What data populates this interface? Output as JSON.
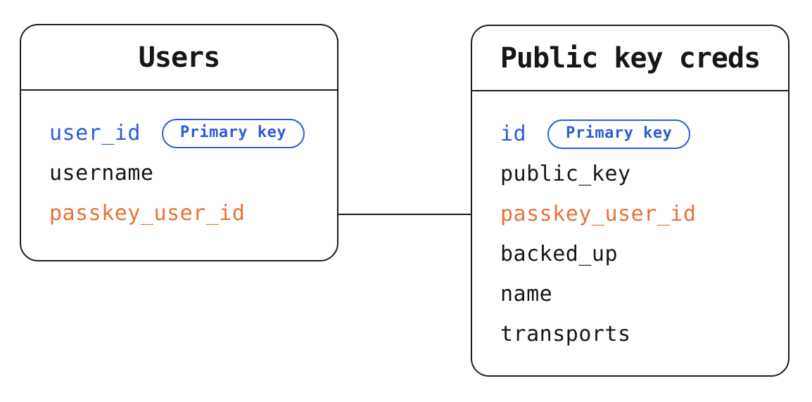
{
  "theme": {
    "background": "#ffffff",
    "line_color": "#1c1c1c",
    "primary_key_color": "#2b5dd8",
    "foreign_key_color": "#e8713a",
    "text_color": "#161616"
  },
  "tables": [
    {
      "title": "Users",
      "fields": [
        {
          "name": "user_id",
          "color": "blue",
          "badge": "Primary key"
        },
        {
          "name": "username",
          "color": "default"
        },
        {
          "name": "passkey_user_id",
          "color": "orange"
        }
      ]
    },
    {
      "title": "Public key creds",
      "fields": [
        {
          "name": "id",
          "color": "blue",
          "badge": "Primary key"
        },
        {
          "name": "public_key",
          "color": "default"
        },
        {
          "name": "passkey_user_id",
          "color": "orange"
        },
        {
          "name": "backed_up",
          "color": "default"
        },
        {
          "name": "name",
          "color": "default"
        },
        {
          "name": "transports",
          "color": "default"
        }
      ]
    }
  ],
  "relationship": {
    "from_table": "Users",
    "from_field": "passkey_user_id",
    "to_table": "Public key creds",
    "to_field": "passkey_user_id"
  }
}
